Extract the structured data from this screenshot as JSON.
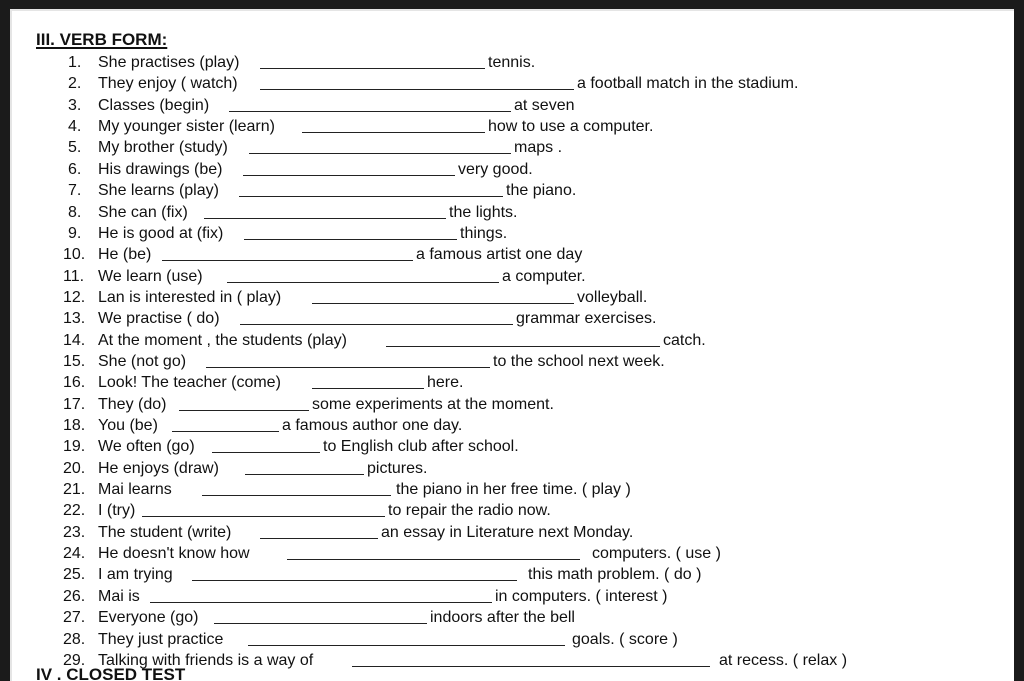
{
  "section_verb_form": {
    "title": "III. VERB FORM:",
    "items": [
      {
        "num": "1.",
        "prompt": "She practises (play)",
        "rest": "tennis."
      },
      {
        "num": "2.",
        "prompt": "They enjoy ( watch)",
        "rest": "a football match in the stadium."
      },
      {
        "num": "3.",
        "prompt": "Classes (begin)",
        "rest": "at seven"
      },
      {
        "num": "4.",
        "prompt": "My younger sister (learn)",
        "rest": "how to use a computer."
      },
      {
        "num": "5.",
        "prompt": "My brother (study)",
        "rest": "maps ."
      },
      {
        "num": "6.",
        "prompt": "His drawings (be)",
        "rest": "very good."
      },
      {
        "num": "7.",
        "prompt": "She learns (play)",
        "rest": "the piano."
      },
      {
        "num": "8.",
        "prompt": "She can (fix)",
        "rest": "the lights."
      },
      {
        "num": "9.",
        "prompt": "He is good at (fix)",
        "rest": "things."
      },
      {
        "num": "10.",
        "prompt": "He (be)",
        "rest": "a famous artist one day"
      },
      {
        "num": "11.",
        "prompt": "We learn (use)",
        "rest": "a computer."
      },
      {
        "num": "12.",
        "prompt": "Lan is interested in ( play)",
        "rest": "volleyball."
      },
      {
        "num": "13.",
        "prompt": "We practise ( do)",
        "rest": "grammar exercises."
      },
      {
        "num": "14.",
        "prompt": "At the moment , the students (play)",
        "rest": "catch."
      },
      {
        "num": "15.",
        "prompt": "She (not  go)",
        "rest": "to the school next week."
      },
      {
        "num": "16.",
        "prompt": "Look! The teacher (come)",
        "rest": "here."
      },
      {
        "num": "17.",
        "prompt": "They (do)",
        "rest": "some experiments at the moment."
      },
      {
        "num": "18.",
        "prompt": "You (be)",
        "rest": "a famous author one day."
      },
      {
        "num": "19.",
        "prompt": "We often (go)",
        "rest": "to English club after school."
      },
      {
        "num": "20.",
        "prompt": "He enjoys  (draw)",
        "rest": "pictures."
      },
      {
        "num": "21.",
        "prompt": "Mai  learns",
        "rest": "the piano in her free time. ( play )"
      },
      {
        "num": "22.",
        "prompt": "I (try)",
        "rest": "to repair the radio now."
      },
      {
        "num": "23.",
        "prompt": "The student (write)",
        "rest": "an essay in Literature next Monday."
      },
      {
        "num": "24.",
        "prompt": "He doesn't  know how",
        "rest": "computers. ( use )"
      },
      {
        "num": "25.",
        "prompt": "I am trying",
        "rest": "this math problem. ( do )"
      },
      {
        "num": "26.",
        "prompt": "Mai is",
        "rest": "in computers. ( interest )"
      },
      {
        "num": "27.",
        "prompt": "Everyone (go)",
        "rest": "indoors after the bell"
      },
      {
        "num": "28.",
        "prompt": "They just practice",
        "rest": "goals. ( score )"
      },
      {
        "num": "29.",
        "prompt": "Talking with friends is a way of",
        "rest": "at recess. ( relax )"
      }
    ]
  },
  "section_closed_test": {
    "title": "IV . CLOSED TEST"
  }
}
